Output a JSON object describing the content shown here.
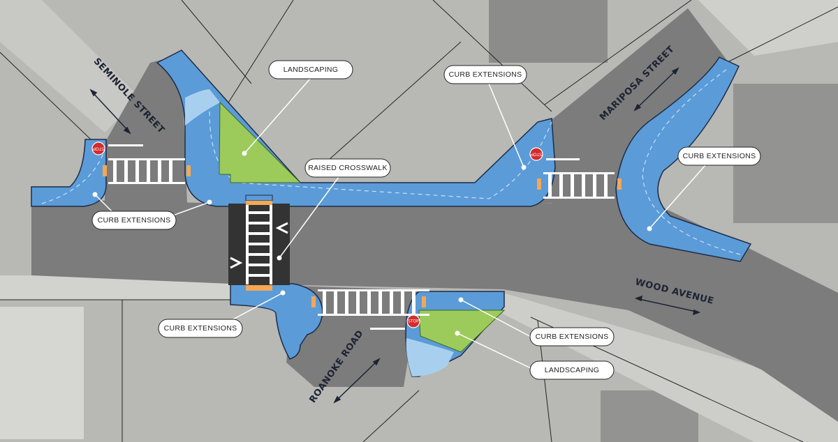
{
  "colors": {
    "curb_extension": "#5b9bd8",
    "sidewalk_light": "#a8d0ee",
    "landscaping": "#9ccb5c",
    "road": "#7c7c7c",
    "raised_crosswalk": "#333333",
    "detectable_warning": "#f4a755",
    "background_aerial": "#b8b8b4"
  },
  "streets": {
    "seminole": "SEMINOLE STREET",
    "mariposa": "MARIPOSA STREET",
    "wood": "WOOD AVENUE",
    "roanoke": "ROANOKE ROAD"
  },
  "callouts": [
    {
      "label": "LANDSCAPING"
    },
    {
      "label": "CURB EXTENSIONS"
    },
    {
      "label": "RAISED CROSSWALK"
    },
    {
      "label": "CURB EXTENSIONS"
    },
    {
      "label": "CURB EXTENSIONS"
    },
    {
      "label": "CURB EXTENSIONS"
    },
    {
      "label": "CURB EXTENSIONS"
    },
    {
      "label": "LANDSCAPING"
    }
  ],
  "signs": {
    "stop": "STOP"
  },
  "icons": [
    "stop-sign-icon",
    "double-arrow-icon"
  ]
}
